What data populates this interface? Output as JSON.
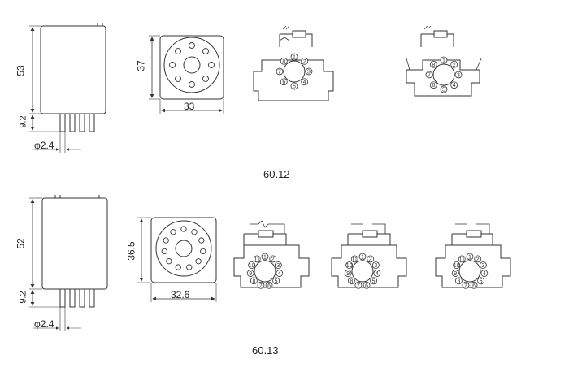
{
  "models": [
    {
      "name": "60.12",
      "body_height": "53",
      "pin_length": "9.2",
      "pin_diameter": "φ2.4",
      "base_height": "37",
      "base_width": "33",
      "socket_pins": [
        "1",
        "2",
        "3",
        "4",
        "5",
        "6",
        "7",
        "8"
      ]
    },
    {
      "name": "60.13",
      "body_height": "52",
      "pin_length": "9.2",
      "pin_diameter": "φ2.4",
      "base_height": "36.5",
      "base_width": "32.6",
      "socket_pins": [
        "1",
        "2",
        "3",
        "4",
        "5",
        "6",
        "7",
        "8",
        "9",
        "10",
        "11"
      ]
    }
  ],
  "colors": {
    "line": "#333333",
    "light": "#777777"
  }
}
